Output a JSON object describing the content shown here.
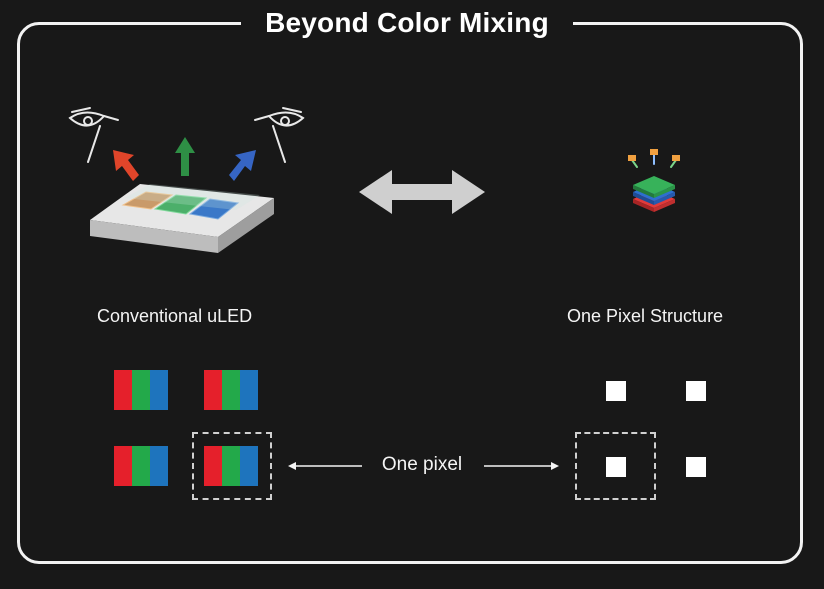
{
  "title": "Beyond Color Mixing",
  "left_label": "Conventional uLED",
  "right_label": "One Pixel Structure",
  "pixel_label": "One pixel",
  "colors": {
    "background": "#181818",
    "frame": "#f2f2f2",
    "red": "#e5202b",
    "green": "#23a94a",
    "blue": "#1e74bd",
    "white": "#ffffff"
  },
  "icons": [
    "eye-icon",
    "eye-icon",
    "up-arrow-red",
    "up-arrow-green",
    "up-arrow-blue",
    "double-arrow",
    "left-arrow",
    "right-arrow"
  ]
}
